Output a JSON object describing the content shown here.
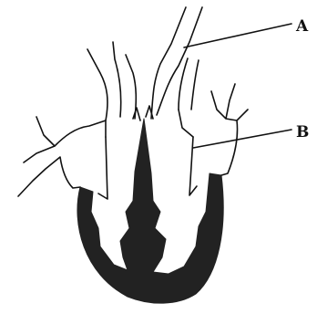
{
  "diagram": {
    "labels": [
      {
        "id": "A",
        "text": "A"
      },
      {
        "id": "B",
        "text": "B"
      }
    ],
    "colors": {
      "ink": "#111111",
      "muscle": "#222222",
      "background": "#ffffff"
    }
  }
}
